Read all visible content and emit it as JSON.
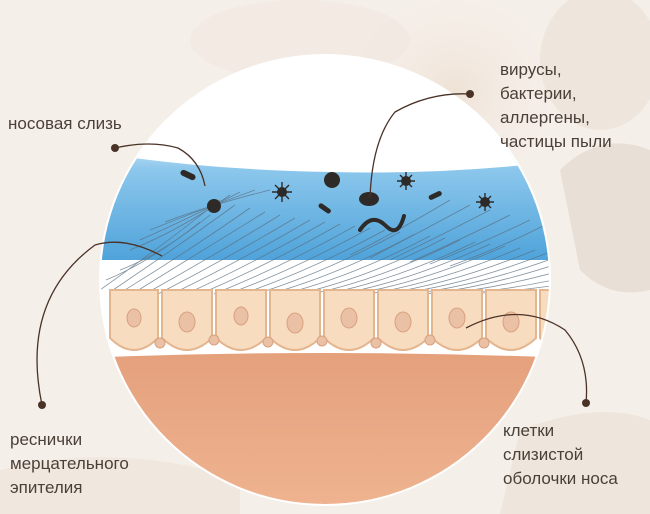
{
  "labels": {
    "nasal_mucus": "носовая слизь",
    "cilia": [
      "реснички",
      "мерцательного",
      "эпителия"
    ],
    "pathogens": [
      "вирусы,",
      "бактерии,",
      "аллергены,",
      "частицы пыли"
    ],
    "mucosa_cells": [
      "клетки",
      "слизистой",
      "оболочки носа"
    ]
  },
  "colors": {
    "leader_line": "#4a3226",
    "mucus": "#6fb6e3",
    "cell_fill": "#f7dcc0",
    "tissue": "#e8a984",
    "text": "#4a4038"
  }
}
